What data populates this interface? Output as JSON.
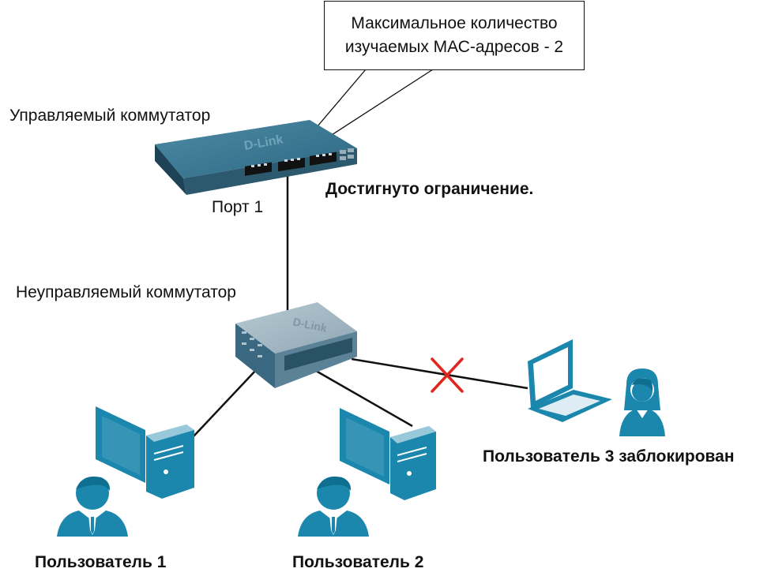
{
  "callout": {
    "line1": "Максимальное количество",
    "line2": "изучаемых МАС-адресов - 2"
  },
  "labels": {
    "managed_switch": "Управляемый коммутатор",
    "port": "Порт 1",
    "limit_reached": "Достигнуто ограничение.",
    "unmanaged_switch": "Неуправляемый коммутатор",
    "user1": "Пользователь 1",
    "user2": "Пользователь 2",
    "user3_blocked": "Пользователь 3 заблокирован"
  },
  "logos": {
    "switch_brand": "D-Link"
  },
  "colors": {
    "device_blue": "#1b87ad",
    "switch_dark": "#2a5266",
    "switch_teal": "#3a7e98",
    "block_red": "#e0261f",
    "line": "#111111"
  },
  "icons": {
    "managed": "managed-switch-icon",
    "unmanaged": "unmanaged-switch-icon",
    "pc1": "desktop-computer-icon",
    "pc2": "desktop-computer-icon",
    "laptop": "laptop-icon",
    "block": "block-x-icon"
  }
}
